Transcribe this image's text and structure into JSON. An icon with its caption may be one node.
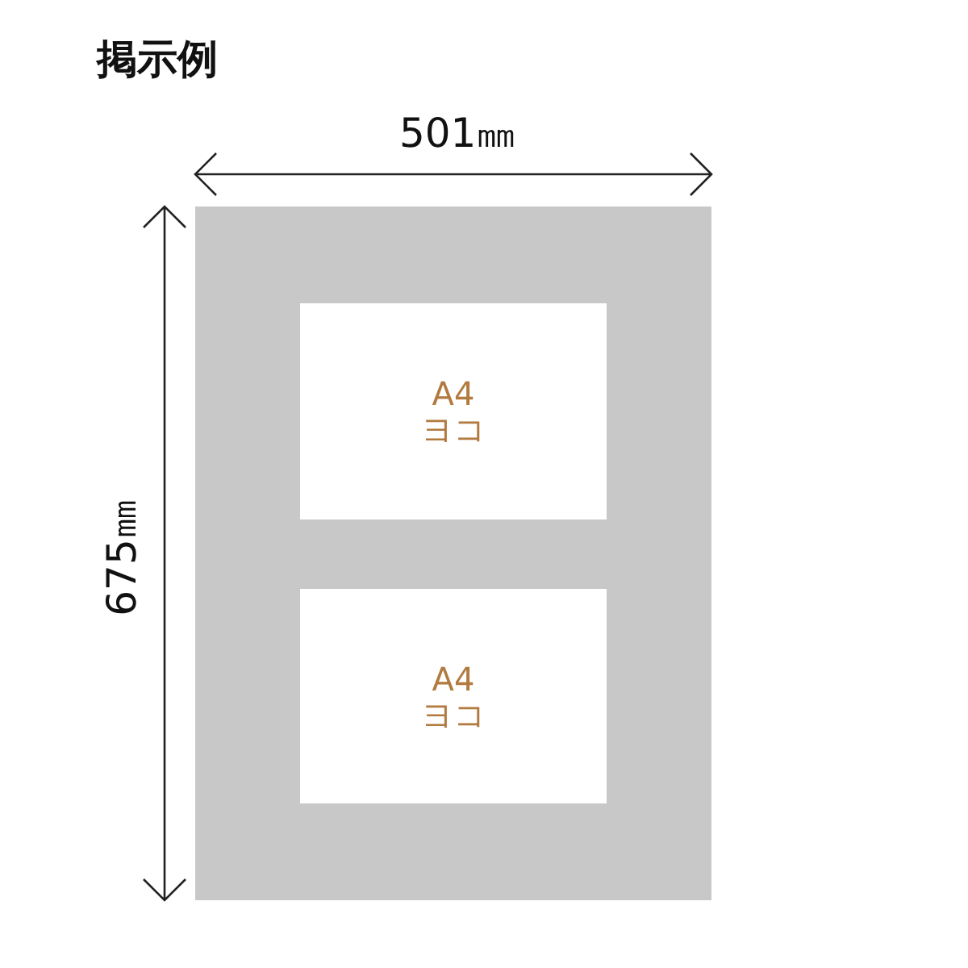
{
  "diagram": {
    "title": "掲示例",
    "nodes": [
      {
        "text": [],
        "shape": "box"
      },
      {
        "text": [
          "A4 ヨコ"
        ],
        "in": 0
      },
      {
        "text": [
          "A4 ヨコ"
        ],
        "in": 0
      }
    ],
    "labels": [
      "501㎜",
      "675㎜"
    ]
  }
}
